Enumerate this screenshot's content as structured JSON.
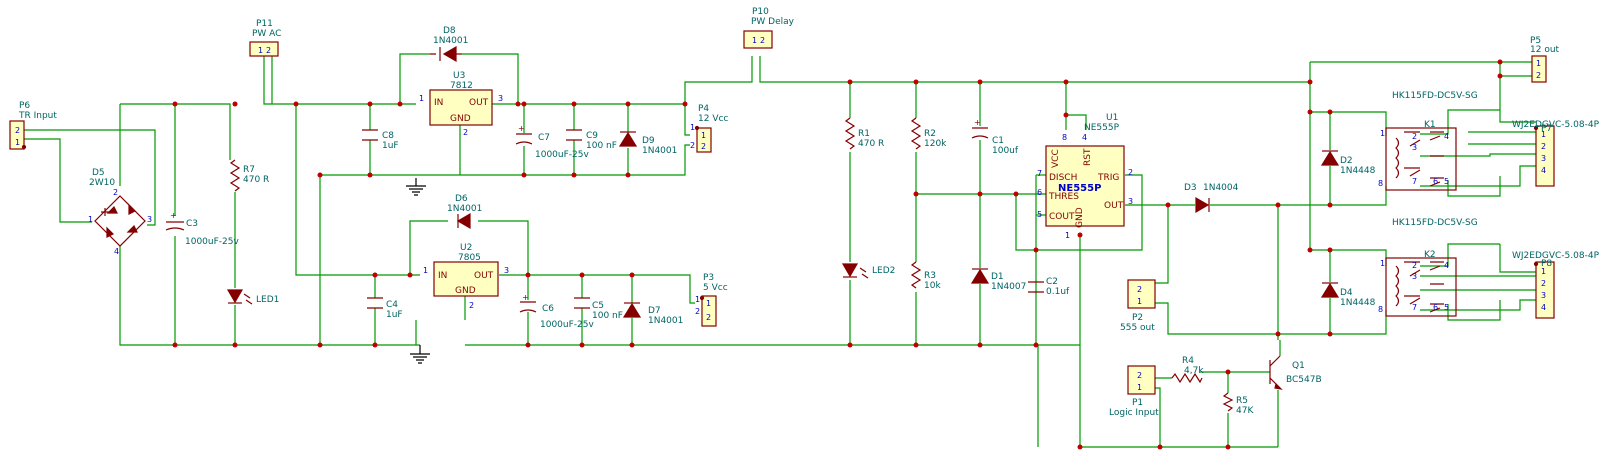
{
  "components": {
    "p6": {
      "ref": "P6",
      "value": "TR Input"
    },
    "p11": {
      "ref": "P11",
      "value": "PW AC"
    },
    "p10": {
      "ref": "P10",
      "value": "PW Delay"
    },
    "p4": {
      "ref": "P4",
      "value": "12 Vcc"
    },
    "p3": {
      "ref": "P3",
      "value": "5 Vcc"
    },
    "p5": {
      "ref": "P5",
      "value": "12 out"
    },
    "p2": {
      "ref": "P2",
      "value": "555 out"
    },
    "p1": {
      "ref": "P1",
      "value": "Logic Input"
    },
    "p7": {
      "ref": "P7",
      "value": "WJ2EDGVC-5.08-4P"
    },
    "p8": {
      "ref": "P8",
      "value": "WJ2EDGVC-5.08-4P"
    },
    "d5": {
      "ref": "D5",
      "value": "2W10"
    },
    "d8": {
      "ref": "D8",
      "value": "1N4001"
    },
    "d6": {
      "ref": "D6",
      "value": "1N4001"
    },
    "d9": {
      "ref": "D9",
      "value": "1N4001"
    },
    "d7": {
      "ref": "D7",
      "value": "1N4001"
    },
    "d1": {
      "ref": "D1",
      "value": "1N4007"
    },
    "d3": {
      "ref": "D3",
      "value": "1N4004"
    },
    "d2": {
      "ref": "D2",
      "value": "1N4448"
    },
    "d4": {
      "ref": "D4",
      "value": "1N4448"
    },
    "u3": {
      "ref": "U3",
      "value": "7812"
    },
    "u2": {
      "ref": "U2",
      "value": "7805"
    },
    "u1": {
      "ref": "U1",
      "value": "NE555P"
    },
    "c3": {
      "ref": "C3",
      "value": "1000uF-25v"
    },
    "c8": {
      "ref": "C8",
      "value": "1uF"
    },
    "c7": {
      "ref": "C7",
      "value": "1000uF-25v"
    },
    "c9": {
      "ref": "C9",
      "value": "100 nF"
    },
    "c4": {
      "ref": "C4",
      "value": "1uF"
    },
    "c6": {
      "ref": "C6",
      "value": "1000uF-25v"
    },
    "c5": {
      "ref": "C5",
      "value": "100 nF"
    },
    "c1": {
      "ref": "C1",
      "value": "100uf"
    },
    "c2": {
      "ref": "C2",
      "value": "0.1uf"
    },
    "r7": {
      "ref": "R7",
      "value": "470 R"
    },
    "r1": {
      "ref": "R1",
      "value": "470 R"
    },
    "r2": {
      "ref": "R2",
      "value": "120k"
    },
    "r3": {
      "ref": "R3",
      "value": "10k"
    },
    "r4": {
      "ref": "R4",
      "value": "4,7k"
    },
    "r5": {
      "ref": "R5",
      "value": "47K"
    },
    "led1": {
      "ref": "LED1"
    },
    "led2": {
      "ref": "LED2"
    },
    "k1": {
      "ref": "K1",
      "value": "HK115FD-DC5V-SG"
    },
    "k2": {
      "ref": "K2",
      "value": "HK115FD-DC5V-SG"
    },
    "q1": {
      "ref": "Q1",
      "value": "BC547B"
    }
  },
  "regulator_pins": {
    "in": "IN",
    "out": "OUT",
    "gnd": "GND",
    "pin1": "1",
    "pin2": "2",
    "pin3": "3"
  },
  "ne555_pins": {
    "vcc": "VCC",
    "rst": "RST",
    "disch": "DISCH",
    "trig": "TRIG",
    "thres": "THRES",
    "cout": "COUT",
    "out": "OUT",
    "gnd": "GND",
    "n8": "8",
    "n4": "4",
    "n7": "7",
    "n2": "2",
    "n6": "6",
    "n5": "5",
    "n3": "3",
    "n1": "1"
  },
  "connector_pins": {
    "one": "1",
    "two": "2",
    "three": "3",
    "four": "4"
  },
  "relay_pins": {
    "n1": "1",
    "n2": "2",
    "n3": "3",
    "n4": "4",
    "n5": "5",
    "n6": "6",
    "n7": "7",
    "n8": "8"
  },
  "colors": {
    "wire": "#009900",
    "part": "#840000",
    "fill": "#ffffc2",
    "junction": "#c00000",
    "label": "#006464"
  }
}
